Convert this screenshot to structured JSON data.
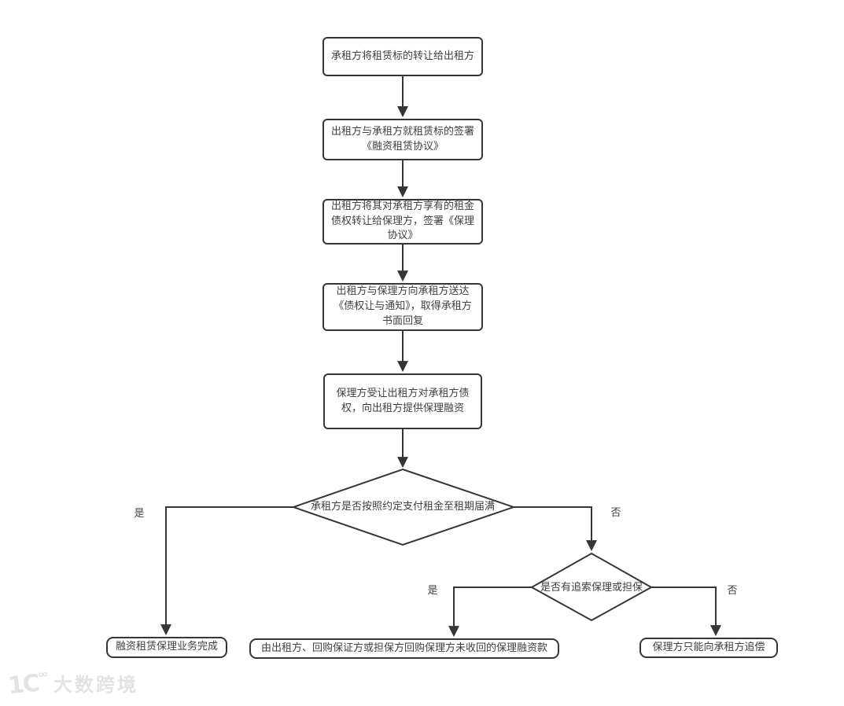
{
  "flowchart": {
    "steps": [
      {
        "label": "承租方将租赁标的转让给出租方"
      },
      {
        "label": "出租方与承租方就租赁标的签署《融资租赁协议》"
      },
      {
        "label": "出租方将其对承租方享有的租金债权转让给保理方，签署《保理协议》"
      },
      {
        "label": "出租方与保理方向承租方送达《债权让与通知》，取得承租方书面回复"
      },
      {
        "label": "保理方受让出租方对承租方债权，向出租方提供保理融资"
      }
    ],
    "decisions": [
      {
        "label": "承租方是否按照约定支付租金至租期届满",
        "yes": "是",
        "no": "否"
      },
      {
        "label": "是否有追索保理或担保",
        "yes": "是",
        "no": "否"
      }
    ],
    "outcomes": [
      {
        "label": "融资租赁保理业务完成"
      },
      {
        "label": "由出租方、回购保证方或担保方回购保理方未收回的保理融资款"
      },
      {
        "label": "保理方只能向承租方追偿"
      }
    ],
    "colors": {
      "line": "#363636",
      "node_border": "#363636",
      "node_fill": "#ffffff",
      "text": "#404040",
      "watermark": "#e3e3e3"
    }
  },
  "watermark": {
    "logo": "1C°°",
    "text": "大数跨境"
  }
}
